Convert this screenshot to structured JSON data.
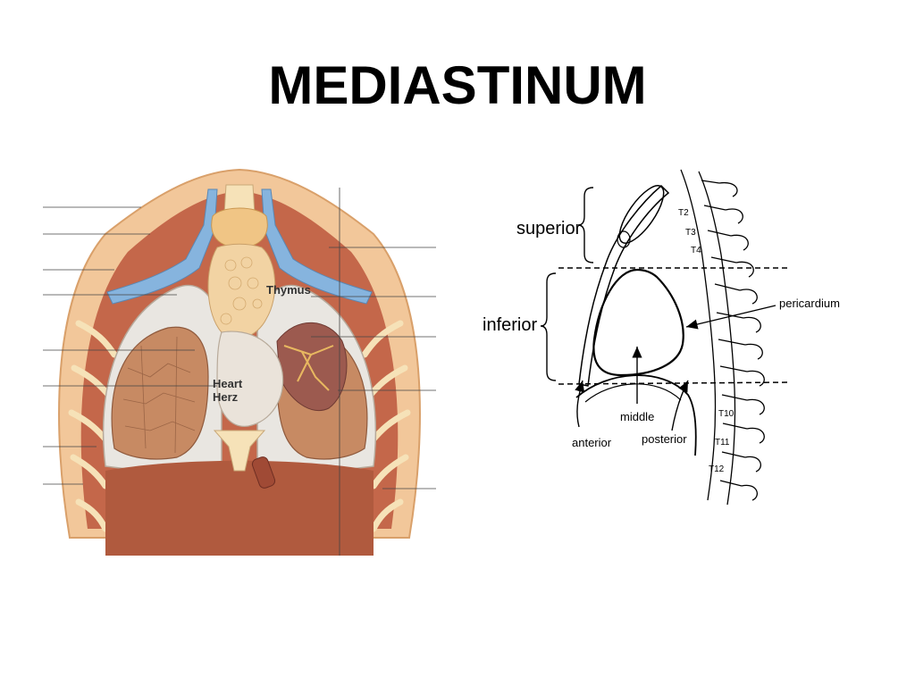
{
  "slide": {
    "title": "MEDIASTINUM"
  },
  "anatomy_illustration": {
    "labels": {
      "thymus": "Thymus",
      "heart": "Heart",
      "herz": "Herz"
    }
  },
  "schematic_diagram": {
    "region_labels": {
      "superior": "superior",
      "inferior": "inferior",
      "anterior": "anterior",
      "middle": "middle",
      "posterior": "posterior",
      "pericardium": "pericardium"
    },
    "vertebra_labels": [
      "T2",
      "T3",
      "T4",
      "T10",
      "T11",
      "T12"
    ]
  },
  "colors": {
    "title": "#000000",
    "skin": "#f2c79a",
    "muscle": "#c4674a",
    "lung": "#c78a63",
    "vein": "#86b4de",
    "thymus": "#f2d3a3",
    "pleura": "#e9e6e1",
    "bone": "#f6e2b8",
    "line_art": "#000000"
  }
}
